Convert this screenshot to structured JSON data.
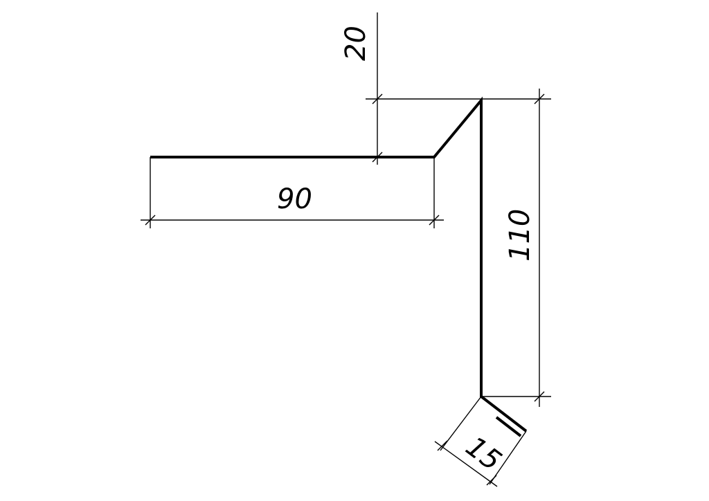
{
  "drawing": {
    "stroke_color": "#000000",
    "background": "#ffffff",
    "dimensions": {
      "top_offset": "20",
      "flange_width": "90",
      "height": "110",
      "drip_edge": "15"
    }
  }
}
